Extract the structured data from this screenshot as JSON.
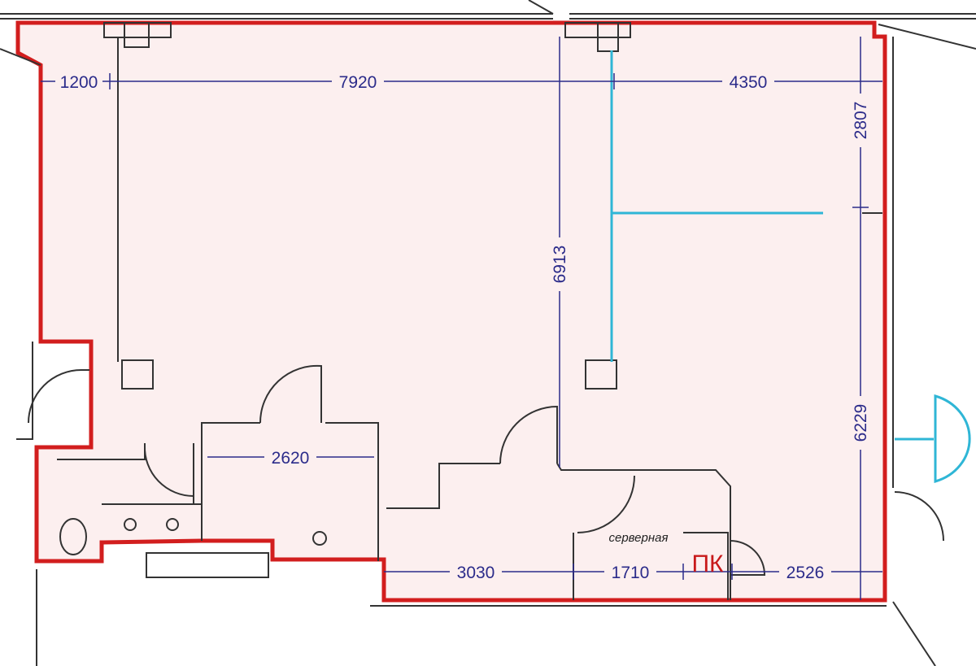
{
  "plan": {
    "colors": {
      "outline": "#d21e1e",
      "fill": "#fcefef",
      "dimension": "#2b2b8a",
      "partition": "#2fb6d6"
    },
    "dimensions": {
      "top_left": "1200",
      "top_middle": "7920",
      "top_right": "4350",
      "right_upper": "2807",
      "center_vertical": "6913",
      "right_lower": "6229",
      "wc_width": "2620",
      "bottom_1": "3030",
      "bottom_2": "1710",
      "bottom_3": "2526"
    },
    "labels": {
      "server_room": "серверная",
      "pk": "ПК"
    }
  }
}
